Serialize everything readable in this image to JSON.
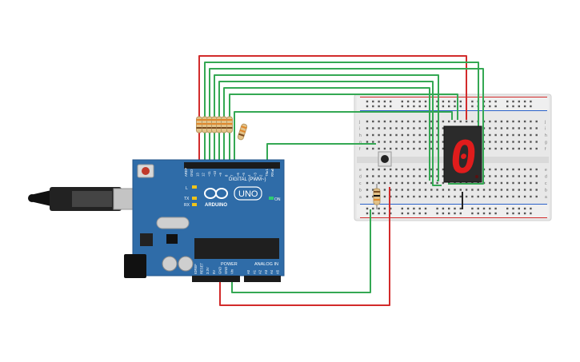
{
  "arduino": {
    "brand": "ARDUINO",
    "model": "UNO",
    "digital_label": "DIGITAL (PWM~)",
    "power_label": "POWER",
    "analog_label": "ANALOG IN",
    "on_label": "ON",
    "tx_label": "TX",
    "rx_label": "RX",
    "l_label": "L",
    "digital_pins": [
      "AREF",
      "GND",
      "13",
      "12",
      "~11",
      "~10",
      "~9",
      "8",
      "7",
      "~6",
      "~5",
      "4",
      "~3",
      "2",
      "TX▸1",
      "RX◂0"
    ],
    "power_pins": [
      "IOREF",
      "RESET",
      "3.3V",
      "5V",
      "GND",
      "GND",
      "Vin"
    ],
    "analog_pins": [
      "A0",
      "A1",
      "A2",
      "A3",
      "A4",
      "A5"
    ]
  },
  "breadboard": {
    "columns": 30,
    "row_letters_top": [
      "j",
      "i",
      "h",
      "g",
      "f"
    ],
    "row_letters_bottom": [
      "e",
      "d",
      "c",
      "b",
      "a"
    ]
  },
  "display": {
    "digit": "0"
  },
  "colors": {
    "wire_red": "#d22b2b",
    "wire_green": "#34a853",
    "board_blue": "#2f6ca8",
    "segment_red": "#e01c1c"
  }
}
